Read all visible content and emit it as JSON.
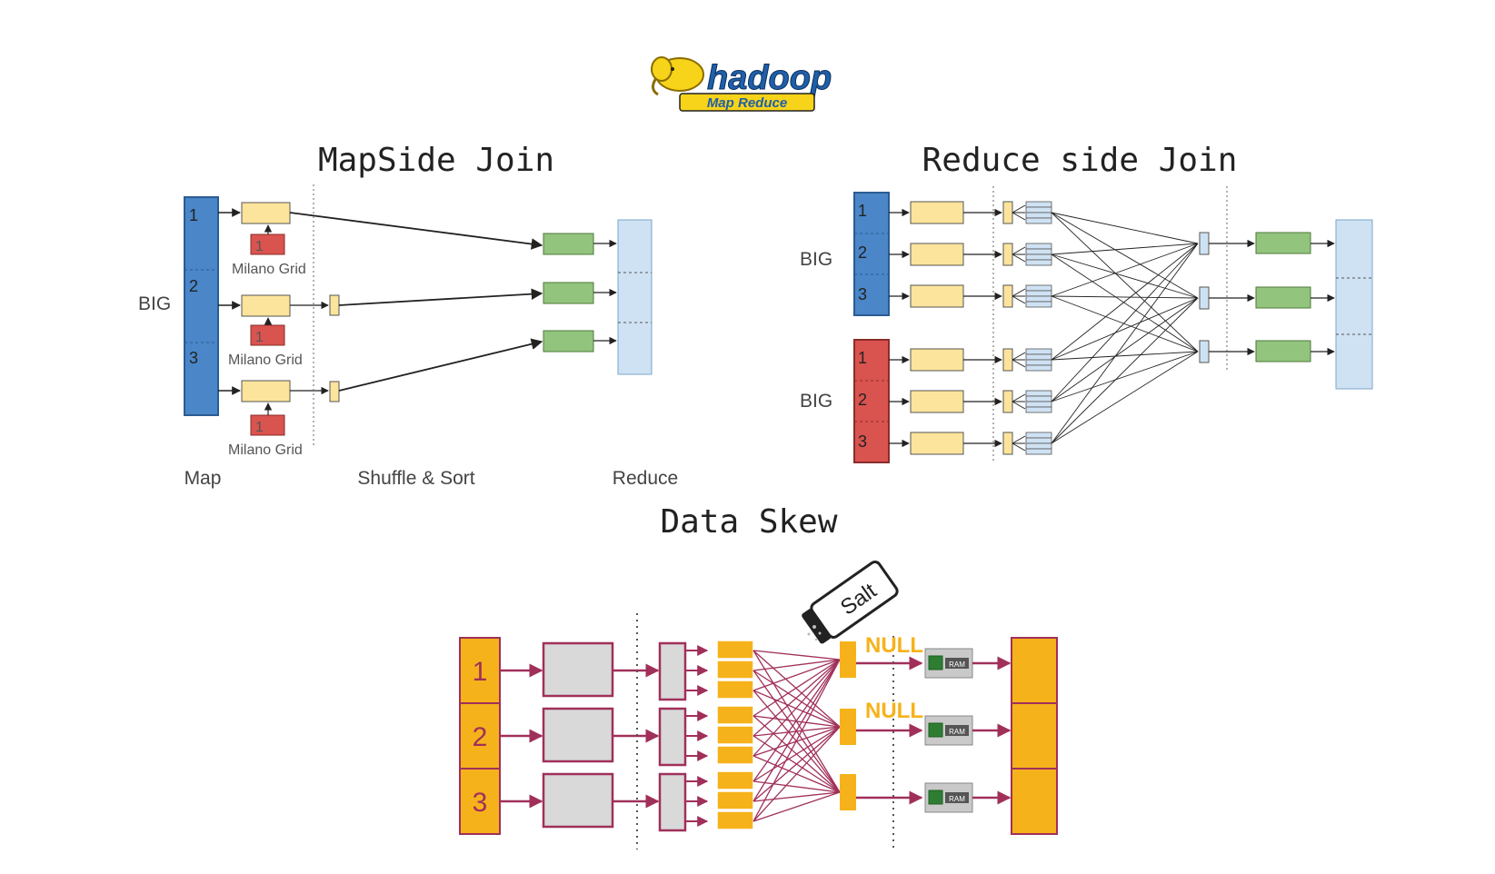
{
  "logo": {
    "word": "hadoop",
    "sub": "Map Reduce"
  },
  "titles": {
    "mapside": "MapSide Join",
    "reduceside": "Reduce side Join",
    "skew": "Data Skew"
  },
  "mapside": {
    "big": "BIG",
    "partitions": [
      "1",
      "2",
      "3"
    ],
    "grid_labels": [
      "Milano Grid",
      "Milano Grid",
      "Milano Grid"
    ],
    "grid_nums": [
      "1",
      "1",
      "1"
    ],
    "stages": [
      "Map",
      "Shuffle & Sort",
      "Reduce"
    ]
  },
  "reduceside": {
    "big_top": "BIG",
    "big_bottom": "BIG",
    "top_partitions": [
      "1",
      "2",
      "3"
    ],
    "bottom_partitions": [
      "1",
      "2",
      "3"
    ]
  },
  "skew": {
    "partitions": [
      "1",
      "2",
      "3"
    ],
    "salt": "Salt",
    "nulls": [
      "NULL",
      "NULL"
    ],
    "ram": [
      "RAM",
      "RAM",
      "RAM"
    ]
  },
  "colors": {
    "blue": "#4a86c8",
    "red": "#d9534f",
    "yellow": "#fde49c",
    "green": "#93c47d",
    "lightblue": "#cfe2f3",
    "orange": "#f6b21b",
    "maroon": "#a0305a",
    "gray": "#d9d9d9"
  }
}
